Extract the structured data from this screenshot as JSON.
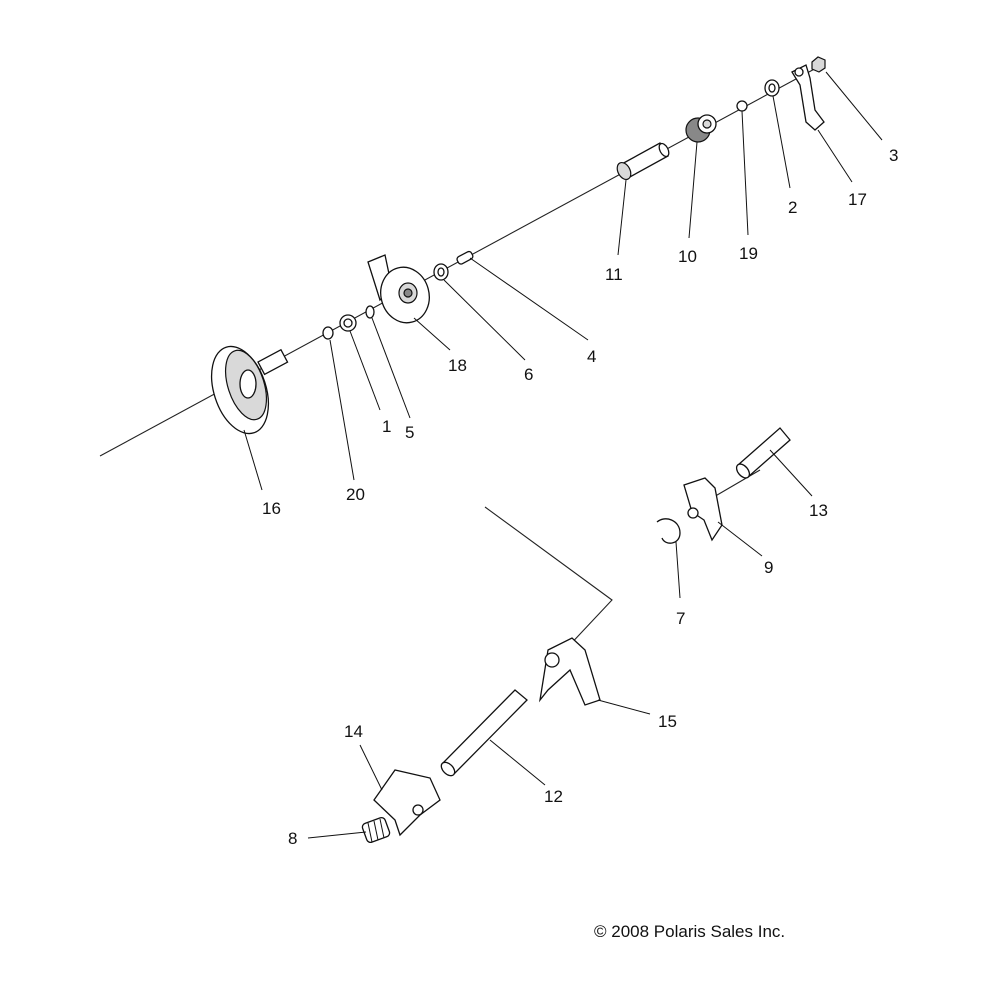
{
  "labels": {
    "p1": "1",
    "p2": "2",
    "p3": "3",
    "p4": "4",
    "p5": "5",
    "p6": "6",
    "p7": "7",
    "p8": "8",
    "p9": "9",
    "p10": "10",
    "p11": "11",
    "p12": "12",
    "p13": "13",
    "p14": "14",
    "p15": "15",
    "p16": "16",
    "p17": "17",
    "p18": "18",
    "p19": "19",
    "p20": "20"
  },
  "copyright": "© 2008 Polaris Sales Inc."
}
